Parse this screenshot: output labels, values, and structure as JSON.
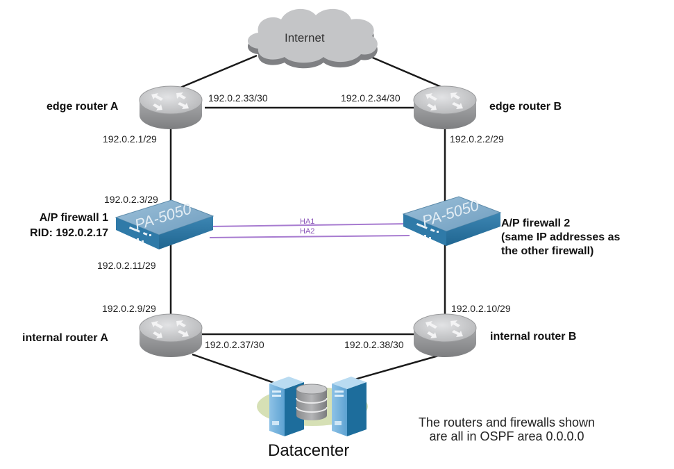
{
  "title": "OSPF network topology with active/passive firewall pair",
  "nodes": {
    "internet": {
      "label": "Internet",
      "icon": "cloud-icon"
    },
    "edge_router_a": {
      "label": "edge router A",
      "icon": "router-icon"
    },
    "edge_router_b": {
      "label": "edge router B",
      "icon": "router-icon"
    },
    "firewall_1": {
      "label": "A/P  firewall 1",
      "rid": "RID: 192.0.2.17",
      "model": "PA-5050",
      "icon": "firewall-icon"
    },
    "firewall_2": {
      "label": "A/P  firewall 2",
      "note_line1": "(same IP addresses as",
      "note_line2": "the other firewall)",
      "model": "PA-5050",
      "icon": "firewall-icon"
    },
    "internal_router_a": {
      "label": "internal router A",
      "icon": "router-icon"
    },
    "internal_router_b": {
      "label": "internal router B",
      "icon": "router-icon"
    },
    "datacenter": {
      "label": "Datacenter",
      "icon": "datacenter-icon"
    }
  },
  "interfaces": {
    "edge_a_to_edge_b": "192.0.2.33/30",
    "edge_b_to_edge_a": "192.0.2.34/30",
    "edge_a_down": "192.0.2.1/29",
    "edge_b_down": "192.0.2.2/29",
    "fw1_up": "192.0.2.3/29",
    "fw1_down": "192.0.2.11/29",
    "int_a_up": "192.0.2.9/29",
    "int_b_up": "192.0.2.10/29",
    "int_a_to_int_b": "192.0.2.37/30",
    "int_b_to_int_a": "192.0.2.38/30"
  },
  "ha_links": [
    "HA1",
    "HA2"
  ],
  "footnote": {
    "line1": "The routers and firewalls shown",
    "line2": "are all in OSPF area 0.0.0.0"
  },
  "colors": {
    "link": "#1a1a1a",
    "ha_link": "#a77bd0",
    "router_top": "#c9cacc",
    "router_side": "#8e8f92",
    "firewall": "#5b8fb3",
    "cloud": "#c4c5c7",
    "datacenter_pad": "#d6e0b5"
  }
}
